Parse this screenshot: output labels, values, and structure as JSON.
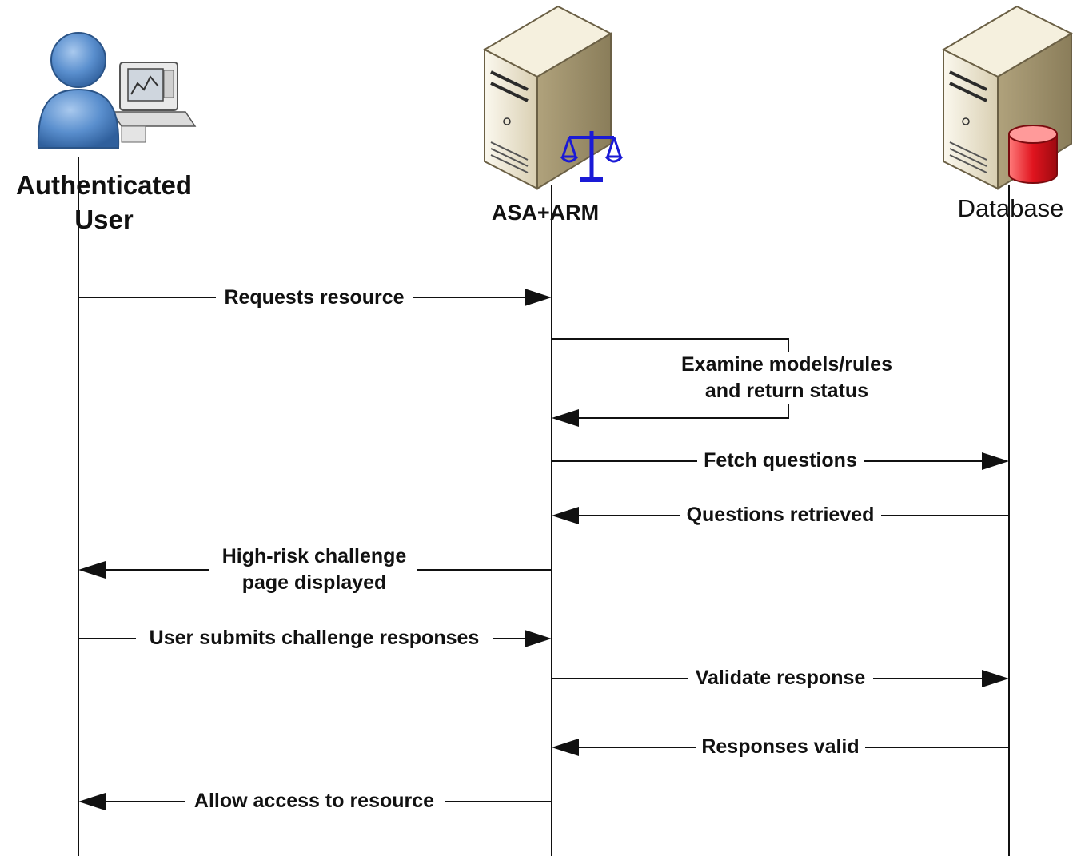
{
  "participants": {
    "user": {
      "line1": "Authenticated",
      "line2": "User",
      "icon": "user-with-computer-icon"
    },
    "server": {
      "label": "ASA+ARM",
      "icon": "server-with-scales-icon"
    },
    "database": {
      "label": "Database",
      "icon": "server-with-database-icon"
    }
  },
  "messages": {
    "m1": "Requests resource",
    "m2_line1": "Examine models/rules",
    "m2_line2": "and return status",
    "m3": "Fetch questions",
    "m4": "Questions retrieved",
    "m5_line1": "High-risk challenge",
    "m5_line2": "page displayed",
    "m6": "User submits challenge responses",
    "m7": "Validate response",
    "m8": "Responses valid",
    "m9": "Allow access to resource"
  },
  "colors": {
    "line": "#111111",
    "user_blue": "#4f86c6",
    "server_beige": "#e6dcc0",
    "scales_blue": "#1a1ad6",
    "db_red": "#e0141e"
  }
}
